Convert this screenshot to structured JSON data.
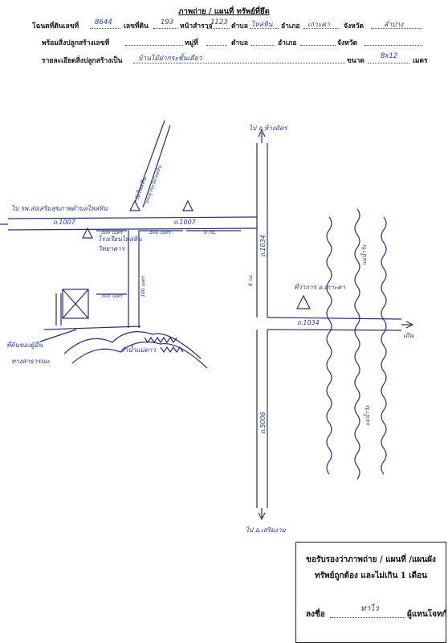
{
  "header": {
    "title": "ภาพถ่าย / แผนที่ ทรัพย์ที่ยึด",
    "row1": {
      "deed_label": "โฉนดที่ดินเลขที่",
      "deed_value": "8644",
      "land_no_label": "เลขที่ดิน",
      "land_no_value": "193",
      "survey_label": "หน้าสำรวจ",
      "survey_value": "1123",
      "tambon_label": "ตำบล",
      "tambon_value": "ไหล่หิน",
      "amphoe_label": "อำเภอ",
      "amphoe_value": "เกาะคา",
      "province_label": "จังหวัด",
      "province_value": "ลำปาง"
    },
    "row2": {
      "building_label": "พร้อมสิ่งปลูกสร้างเลขที่",
      "moo_label": "หมู่ที่",
      "tambon_label": "ตำบล",
      "amphoe_label": "อำเภอ",
      "province_label": "จังหวัด"
    },
    "row3": {
      "detail_label": "รายละเอียดสิ่งปลูกสร้างเป็น",
      "detail_value": "บ้านไม้ฝากระชั้นเดียว",
      "size_label": "ขนาด",
      "size_value": "8x12",
      "unit_label": "เมตร"
    }
  },
  "map": {
    "road_1007_left": "ถ.1007",
    "road_1007_mid": "ถ.1007",
    "road_1034_vertical": "ถ.1034",
    "road_1034_horizontal": "ถ.1034",
    "road_5006": "ถ.5006",
    "to_north": "ไป อ.ห้างฉัตร",
    "to_south": "ไป อ.เสริมงาม",
    "to_west": "ไป รพ.ส่งเสริมสุขภาพตำบลไหล่หิน",
    "to_east": "เถิน",
    "temple_top": "วัดไหล่หิน",
    "temple_top_note": "ประตูโขงวัดไหล่หิน",
    "school_label": "โรงเรียนไหล่หิน",
    "school_label2": "วิทยาคาร",
    "office_label": "ที่ว่าการ อ.เกาะคา",
    "dist_300_left": "300 เมตร",
    "dist_300_mid": "300 เมตร",
    "dist_9km": "9 กม.",
    "dist_300_lower": "300 เมตร",
    "dist_8km": "8 กม.",
    "dist_vert": "300 เมตร",
    "left_note1": "ที่ดินของผู้อื่น",
    "left_note2": "ทางสาธารณะ",
    "canal_label": "ลำน้ำแม่ตาว",
    "river_top": "แม่น้ำวัง",
    "river_bottom": "แม่น้ำวัง"
  },
  "certification": {
    "line1": "ขอรับรองว่าภาพถ่าย / แผนที่ /แผนผัง",
    "line2": "ทรัพย์ถูกต้อง และไม่เกิน 1 เดือน",
    "sign_label": "ลงชื่อ",
    "sign_value": "ทาไว",
    "role": "ผู้แทนโจทก์"
  }
}
